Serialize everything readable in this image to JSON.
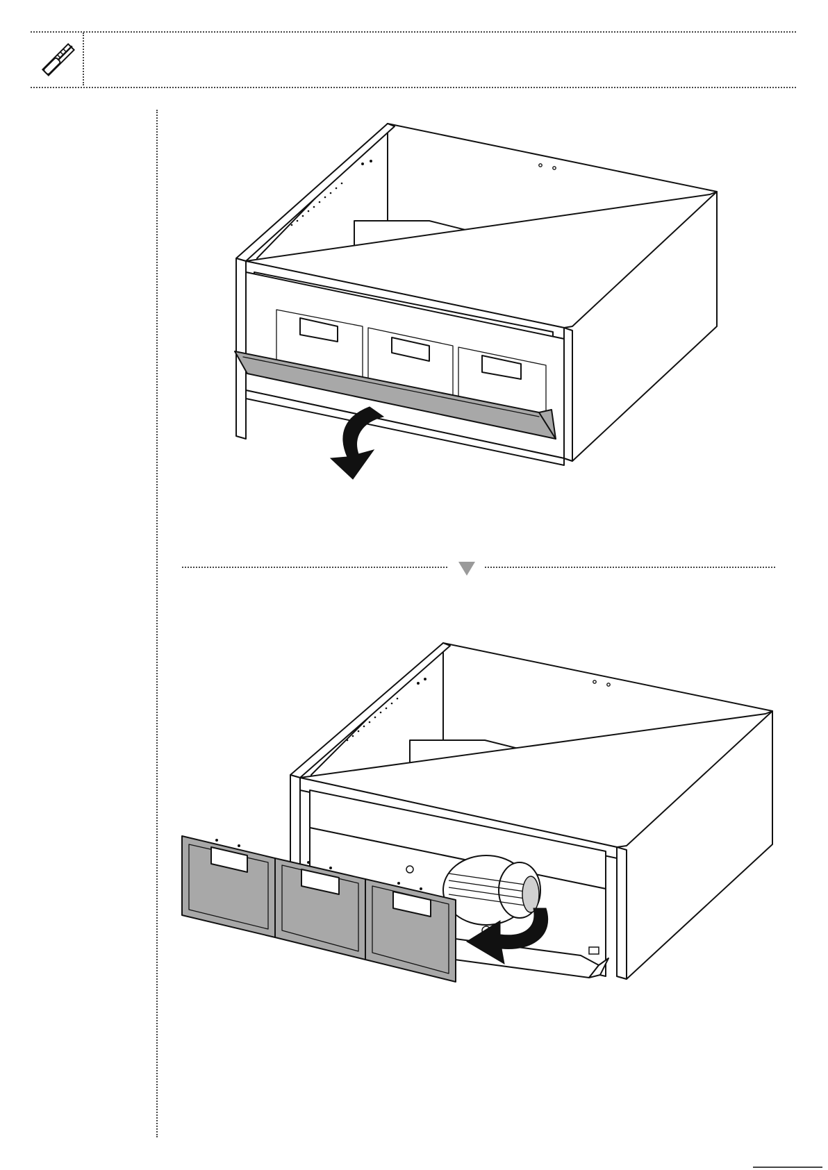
{
  "header": {
    "icon": "tools-icon"
  },
  "steps": [
    {
      "id": "step-1",
      "illustration": "hood-open-grease-panel",
      "arrow": "curved-down-arrow",
      "panel_color": "#a8a8a8"
    },
    {
      "id": "step-2",
      "illustration": "hood-remove-filters",
      "arrow": "curved-left-arrow",
      "filter_count": 3,
      "panel_color": "#a8a8a8"
    }
  ],
  "divider": {
    "icon": "down-triangle-icon",
    "color": "#9a9a9a"
  }
}
